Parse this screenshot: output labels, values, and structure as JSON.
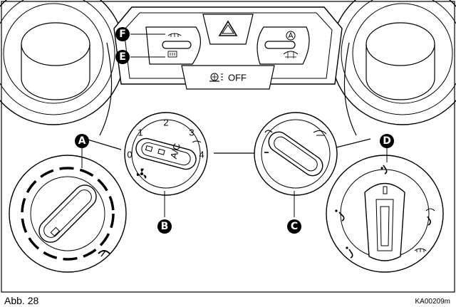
{
  "figure": {
    "caption": "Abb. 28",
    "code": "KA00209m"
  },
  "callouts": {
    "A": "A",
    "B": "B",
    "C": "C",
    "D": "D",
    "E": "E",
    "F": "F"
  },
  "panel": {
    "off_label": "OFF",
    "hazard_icon": "hazard-triangle-icon",
    "recirc_icon": "recirculation-auto-icon",
    "rear_defrost_icon": "rear-window-defrost-icon",
    "front_defrost_icon": "windshield-defrost-icon"
  },
  "fan_dial": {
    "numbers": [
      "0",
      "1",
      "2",
      "3",
      "4"
    ],
    "ac_label": "A/C",
    "fan_icon": "fan-icon"
  },
  "colors": {
    "line": "#000000",
    "callout_fill": "#000000",
    "panel_fill": "#ffffff"
  }
}
